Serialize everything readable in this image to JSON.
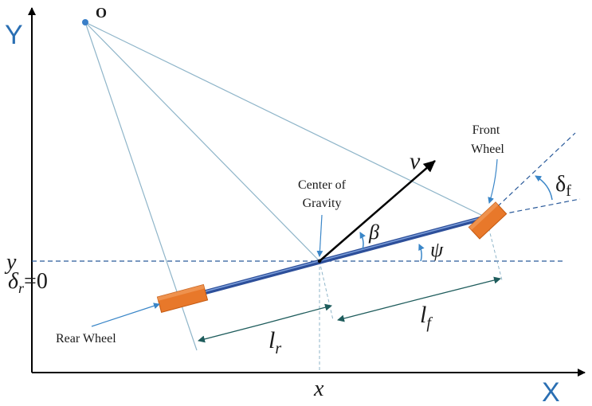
{
  "axes": {
    "x_label": "X",
    "y_label": "Y",
    "x_label_color": "#2a6fb3",
    "y_label_color": "#2a6fb3"
  },
  "labels": {
    "origin": "O",
    "cog_line1": "Center of",
    "cog_line2": "Gravity",
    "front_line1": "Front",
    "front_line2": "Wheel",
    "rear": "Rear Wheel",
    "velocity": "v",
    "beta": "β",
    "psi": "ψ",
    "delta_f": "δ",
    "delta_f_sub": "f",
    "delta_r": "δ",
    "delta_r_sub": "r",
    "delta_r_value": "=0",
    "lr": "l",
    "lr_sub": "r",
    "lf": "l",
    "lf_sub": "f",
    "pos_x": "x",
    "pos_y": "y"
  },
  "colors": {
    "wheel": "#e8782a",
    "wheel_edge": "#c45a12",
    "body": "#2d4f9a",
    "body_light": "#7fa1dc",
    "construction": "#8fb5c9",
    "dashed": "#2a5a9a",
    "arrow_teal": "#1e5c5c",
    "angle_arc": "#3a86c8",
    "origin_dot": "#3a7fc8",
    "text": "#1a1a1a"
  }
}
